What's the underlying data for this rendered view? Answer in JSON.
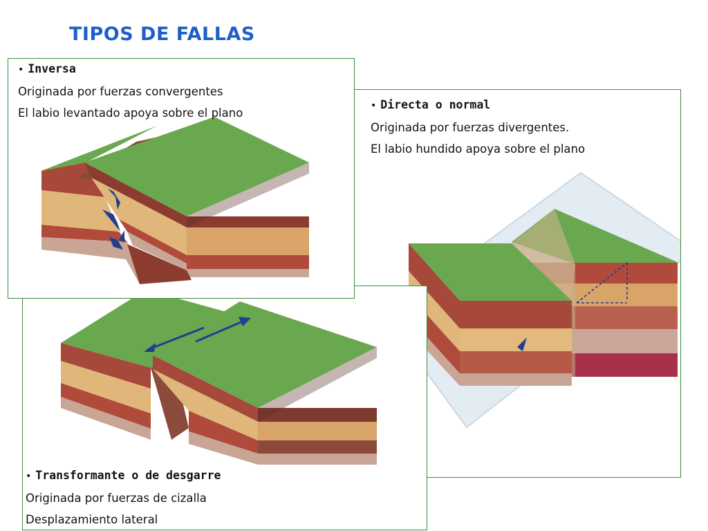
{
  "title": "TIPOS DE FALLAS",
  "colors": {
    "title": "#1f5fc6",
    "border": "#3b8a3b",
    "grass": "#6aa84f",
    "arrow": "#1f3f8f"
  },
  "faults": {
    "inversa": {
      "heading": "Inversa",
      "line1": "Originada por fuerzas convergentes",
      "line2": "El labio levantado apoya sobre el plano"
    },
    "normal": {
      "heading": "Directa o normal",
      "line1": "Originada por fuerzas divergentes.",
      "line2": "El labio hundido apoya sobre el plano"
    },
    "transformante": {
      "heading": "Transformante o de desgarre",
      "line1": "Originada por fuerzas de cizalla",
      "line2": "Desplazamiento lateral"
    }
  },
  "icons": [
    "bullet-icon",
    "compression-arrow-icon",
    "extension-arrow-icon",
    "shear-arrow-icon"
  ]
}
